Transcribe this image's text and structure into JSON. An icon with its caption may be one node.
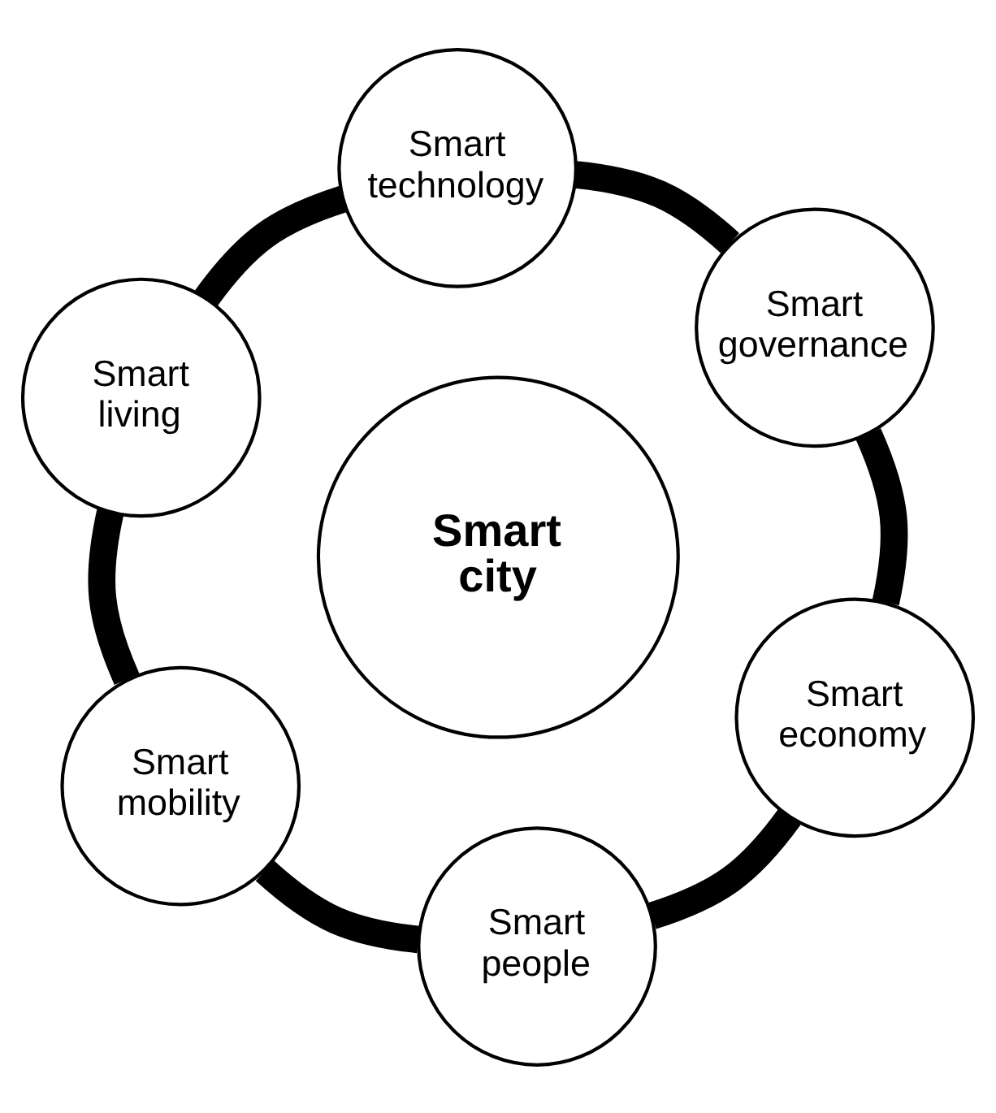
{
  "diagram": {
    "nodes": [
      {
        "text": [
          "Smart technology"
        ]
      },
      {
        "text": [
          "Smart governance"
        ]
      },
      {
        "text": [
          "Smart living"
        ]
      },
      {
        "text": [
          "Smart city"
        ]
      },
      {
        "text": [
          "Smart economy"
        ]
      },
      {
        "text": [
          "Smart mobility"
        ]
      },
      {
        "text": [
          "Smart people"
        ]
      }
    ],
    "edges": [
      {
        "from": 0,
        "to": 2,
        "arrow": "none"
      },
      {
        "from": 2,
        "to": 5,
        "arrow": "none"
      },
      {
        "from": 5,
        "to": 6,
        "arrow": "none"
      },
      {
        "from": 6,
        "to": 4,
        "arrow": "none"
      },
      {
        "from": 4,
        "to": 1,
        "arrow": "none"
      },
      {
        "from": 1,
        "to": 0,
        "arrow": "none"
      }
    ]
  }
}
